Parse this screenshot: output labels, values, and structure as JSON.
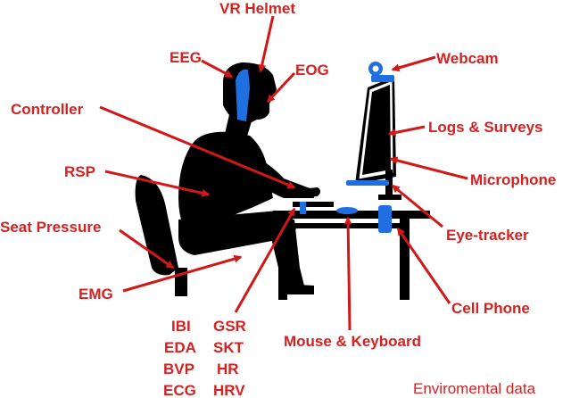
{
  "colors": {
    "label": "#d42121",
    "arrow": "#d01818",
    "silhouette": "#000000",
    "device_blue": "#1f6fe0"
  },
  "labels": {
    "vr_helmet": "VR Helmet",
    "eeg": "EEG",
    "eog": "EOG",
    "webcam": "Webcam",
    "controller": "Controller",
    "logs_surveys": "Logs & Surveys",
    "rsp": "RSP",
    "microphone": "Microphone",
    "seat_pressure": "Seat Pressure",
    "eye_tracker": "Eye-tracker",
    "emg": "EMG",
    "cell_phone": "Cell Phone",
    "mouse_keyboard": "Mouse & Keyboard",
    "environmental_data": "Enviromental data"
  },
  "physiological_signals": {
    "left": [
      "IBI",
      "EDA",
      "BVP",
      "ECG"
    ],
    "right": [
      "GSR",
      "SKT",
      "HR",
      "HRV"
    ]
  },
  "icons": [
    "webcam-icon",
    "eye-tracker-icon",
    "cell-phone-icon",
    "mouse-icon",
    "eeg-headband-icon",
    "wristband-sensor-icon"
  ]
}
